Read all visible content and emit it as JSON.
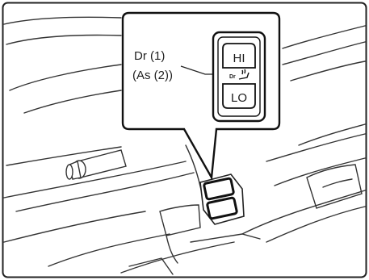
{
  "callout": {
    "label_line1": "Dr (1)",
    "label_line2": "(As (2))"
  },
  "switch": {
    "top_label": "HI",
    "bottom_label": "LO",
    "center_label": "Dr",
    "icon": "seat-heater-icon"
  }
}
